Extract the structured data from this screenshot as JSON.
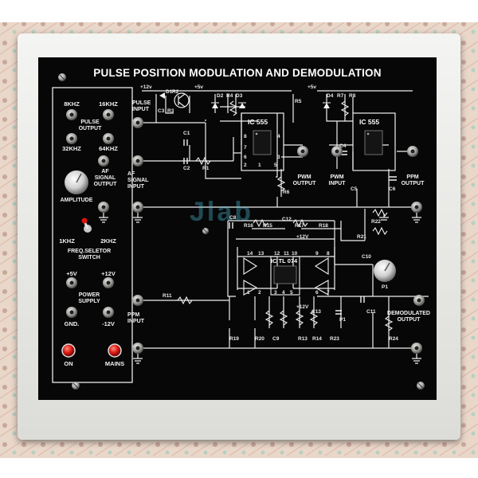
{
  "panel": {
    "title": "PULSE POSITION MODULATION AND DEMODULATION",
    "watermark": "Jlab"
  },
  "left_column": {
    "pulse_8k": "8KHZ",
    "pulse_16k": "16KHZ",
    "pulse_output": "PULSE\nOUTPUT",
    "pulse_32k": "32KHZ",
    "pulse_64k": "64KHZ",
    "af_signal_output": "AF\nSIGNAL\nOUTPUT",
    "amplitude": "AMPLITUDE",
    "freq_1k": "1KHZ",
    "freq_2k": "2KHZ",
    "freq_selector": "FREQ.SELETOR\nSWITCH",
    "ps_plus5": "+5V",
    "ps_plus12": "+12V",
    "power_supply": "POWER\nSUPPLY",
    "ps_gnd": "GND.",
    "ps_minus12": "-12V",
    "on": "ON",
    "mains": "MAINS"
  },
  "terminals": {
    "pulse_input": "PULSE\nINPUT",
    "af_signal_input": "AF\nSIGNAL\nINPUT",
    "pwm_output": "PWM\nOUTPUT",
    "pwm_input": "PWM\nINPUT",
    "ppm_output": "PPM\nOUTPUT",
    "ppm_input": "PPM\nINPUT",
    "demodulated_output": "DEMODULATED\nOUTPUT"
  },
  "chips": {
    "ic1": "IC 555",
    "ic2": "IC 555",
    "ic3": "IC TL 074"
  },
  "rails": {
    "v12_top": "+12v",
    "v5_a": "+5v",
    "v5_b": "+5v",
    "v12_mid": "+12V",
    "v12_low": "+12V"
  },
  "components": {
    "D1": "D1",
    "D2": "D2",
    "D3": "D3",
    "D4": "D4",
    "R1": "R1",
    "R2": "R2",
    "R3": "R3",
    "R4": "R4",
    "R5": "R5",
    "R6": "R6",
    "R7": "R7",
    "R8": "R8",
    "R11": "R11",
    "R13": "R13",
    "R14": "R14",
    "R15": "R15",
    "R16": "R16",
    "R17": "R17",
    "R18": "R18",
    "R19": "R19",
    "R20": "R20",
    "R21": "R21",
    "R22": "R22",
    "R23": "R23",
    "R24": "R24",
    "C1": "C1",
    "C2": "C2",
    "C3": "C3",
    "C4": "C4",
    "C5": "C5",
    "C6": "C6",
    "C8": "C8",
    "C9": "C9",
    "C10": "C10",
    "C11": "C11",
    "C12": "C12",
    "C13": "C13",
    "P1": "P1",
    "P1b": "P1"
  },
  "pins_555": {
    "p8": "8",
    "p4": "4",
    "p7": "7",
    "p6": "6",
    "p2": "2",
    "p1": "1",
    "p5": "5",
    "p3": "3"
  },
  "pins_tl074": {
    "p14": "14",
    "p13": "13",
    "p12": "12",
    "p11": "11",
    "p10": "10",
    "p9": "9",
    "p8": "8",
    "p1": "1",
    "p2": "2",
    "p3": "3",
    "p4": "4",
    "p5": "5",
    "p6": "6",
    "p7": "7"
  },
  "colors": {
    "panel": "#070707",
    "case": "#e8e8e6",
    "trace": "#f0f0f0",
    "led_red": "#d8140f",
    "terminal_metal": "#a9a9a6"
  }
}
